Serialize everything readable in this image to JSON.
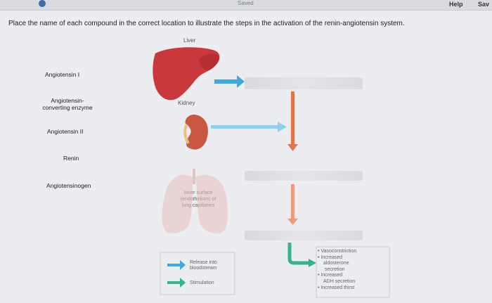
{
  "topbar": {
    "saved": "Saved",
    "help": "Help",
    "save": "Sav"
  },
  "instruction": "Place the name of each compound in the correct location to illustrate the steps in the activation of the renin-angiotensin system.",
  "compounds": [
    {
      "id": "angiotensin-1",
      "label": "Angiotensin I"
    },
    {
      "id": "ace",
      "line1": "Angiotensin-",
      "line2": "converting enzyme"
    },
    {
      "id": "angiotensin-2",
      "label": "Angiotensin II"
    },
    {
      "id": "renin",
      "label": "Renin"
    },
    {
      "id": "angiotensinogen",
      "label": "Angiotensinogen"
    }
  ],
  "diagram": {
    "liver_label": "Liver",
    "kidney_label": "Kidney",
    "lung_line1": "Inner surface",
    "lung_line2": "(endothelium) of",
    "lung_line3": "lung capillaries"
  },
  "legend": {
    "release_line1": "Release into",
    "release_line2": "bloodstream",
    "stimulation": "Stimulation"
  },
  "effects": [
    "• Vasoconstriction",
    "• Increased",
    "  aldosterone",
    "  secretion",
    "• Increased",
    "  ADH secretion",
    "• Increased thirst"
  ],
  "colors": {
    "blue_arrow": "#3fa9dc",
    "orange_arrow": "#e4744b",
    "green_arrow": "#36b28f",
    "liver": "#c9383a"
  }
}
